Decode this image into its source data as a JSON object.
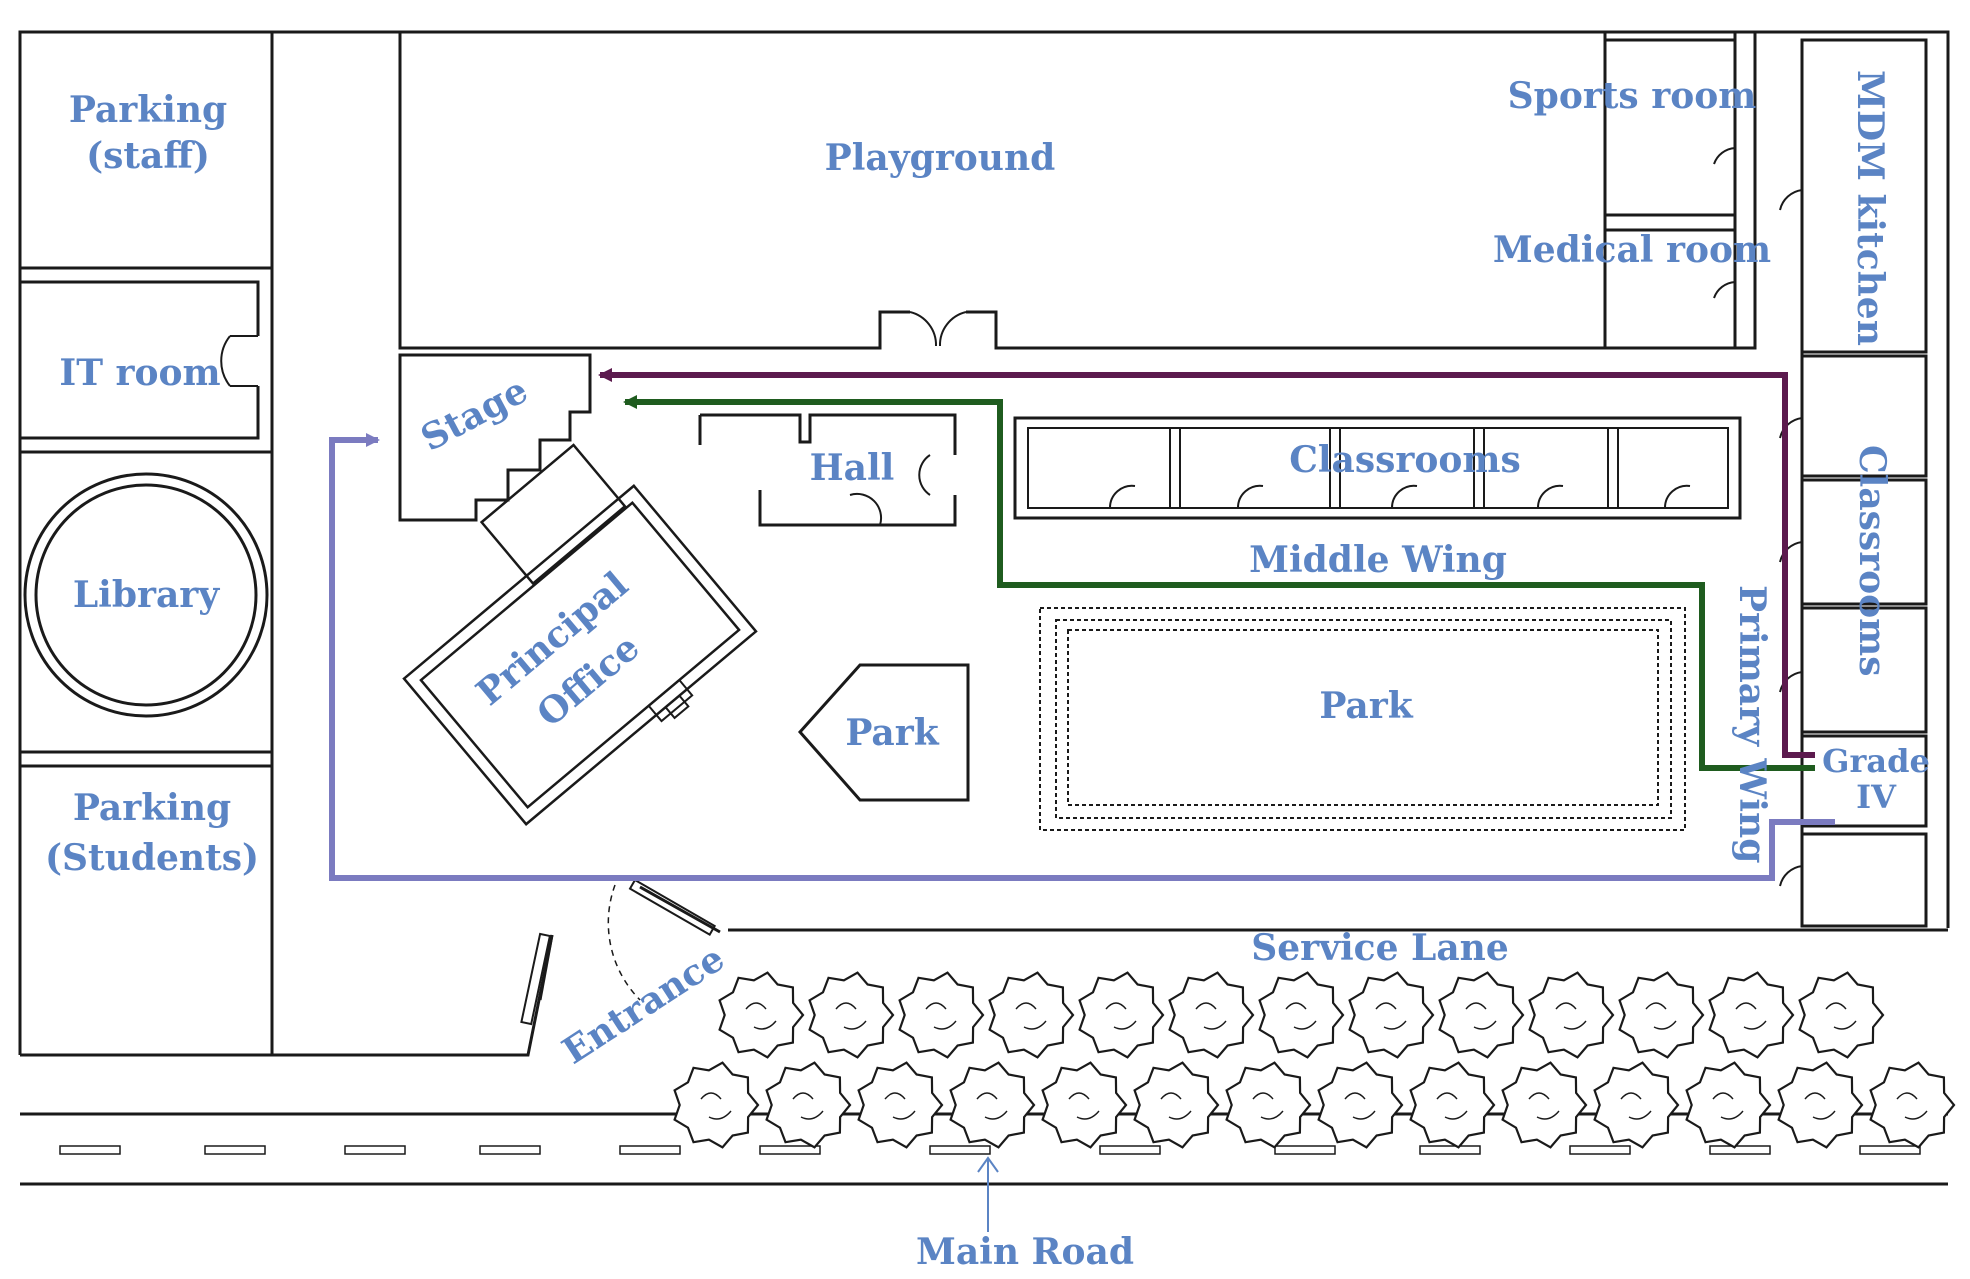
{
  "labels": {
    "parking_staff_1": "Parking",
    "parking_staff_2": "(staff)",
    "it_room": "IT room",
    "library": "Library",
    "parking_students_1": "Parking",
    "parking_students_2": "(Students)",
    "playground": "Playground",
    "sports_room": "Sports room",
    "medical_room": "Medical room",
    "mdm_kitchen": "MDM kitchen",
    "stage": "Stage",
    "hall": "Hall",
    "classrooms_middle": "Classrooms",
    "middle_wing": "Middle Wing",
    "principal_office_1": "Principal",
    "principal_office_2": "Office",
    "park_small": "Park",
    "park_large": "Park",
    "primary_wing": "Primary Wing",
    "classrooms_right": "Classrooms",
    "grade_iv_1": "Grade",
    "grade_iv_2": "IV",
    "service_lane": "Service Lane",
    "entrance": "Entrance",
    "main_road": "Main Road"
  },
  "routes": [
    {
      "id": "purple-route",
      "color": "#5c1a4e"
    },
    {
      "id": "green-route",
      "color": "#1f5c1f"
    },
    {
      "id": "lavender-route",
      "color": "#7b7bc0"
    }
  ],
  "colors": {
    "label": "#5b84c4",
    "wall": "#1a1a1a"
  }
}
